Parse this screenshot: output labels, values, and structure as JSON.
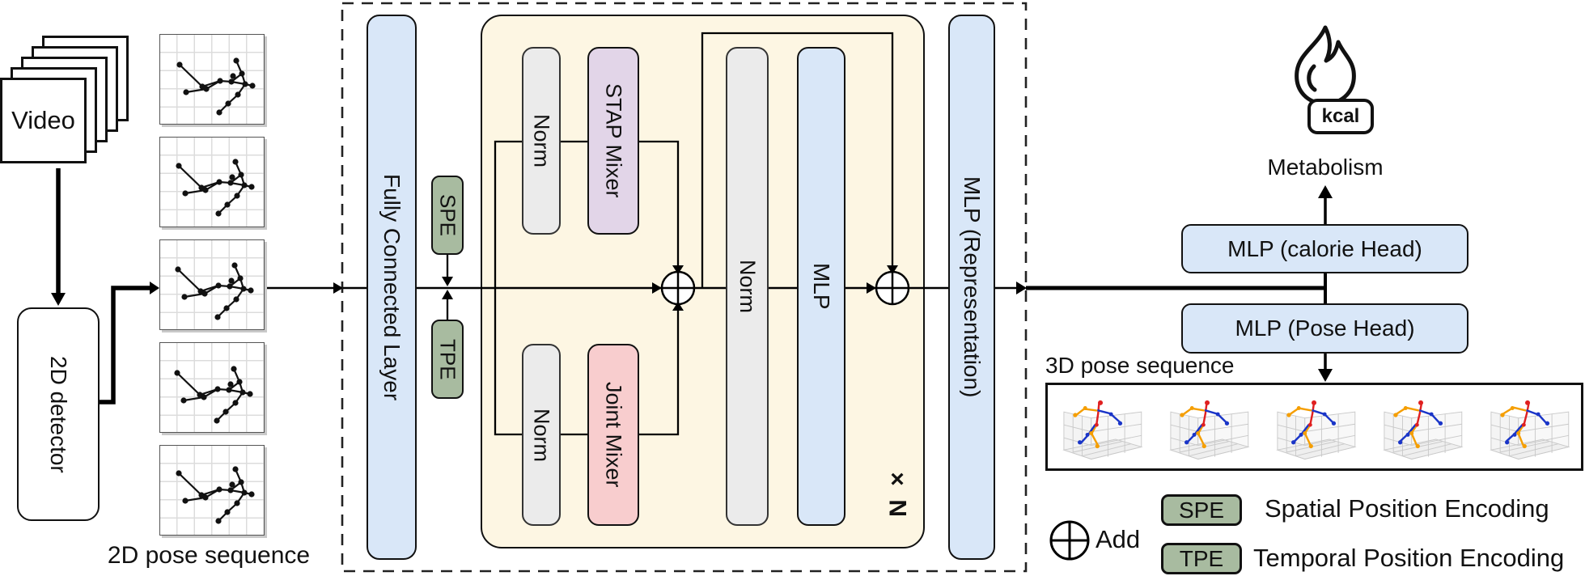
{
  "left": {
    "video": "Video",
    "detector": "2D detector",
    "pose2d_caption": "2D pose sequence"
  },
  "encoder": {
    "fc": "Fully Connected Layer",
    "spe": "SPE",
    "tpe": "TPE",
    "mixer": {
      "norm_spatial": "Norm",
      "stap": "STAP Mixer",
      "norm_joint": "Norm",
      "joint": "Joint Mixer",
      "norm_out": "Norm",
      "mlp": "MLP",
      "repeat": "× N"
    },
    "mlp_representation": "MLP (Representation)"
  },
  "heads": {
    "metabolism": "Metabolism",
    "kcal": "kcal",
    "calorie_head": "MLP (calorie Head)",
    "pose_head": "MLP (Pose Head)",
    "pose3d_caption": "3D pose sequence"
  },
  "legend": {
    "add": "Add",
    "spe_abbr": "SPE",
    "spe_label": "Spatial Position Encoding",
    "tpe_abbr": "TPE",
    "tpe_label": "Temporal Position Encoding"
  },
  "colors": {
    "blue": "#d9e7f8",
    "yellow": "#fdf6e3",
    "gray": "#ebebeb",
    "purple": "#e2d5e8",
    "pink": "#f8cdce",
    "green": "#a8bba0",
    "line": "#000000"
  }
}
